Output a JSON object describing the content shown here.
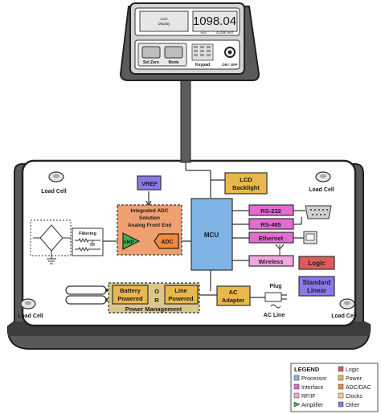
{
  "display": {
    "lcd_label_1": "LCD",
    "lcd_label_2": "Display",
    "readout": "1098.04",
    "unit_1": "%LB",
    "unit_2": "GLOBE PAST"
  },
  "controls": {
    "set_zero": "Set Zero",
    "mode": "Mode",
    "keypad": "Keypad",
    "on_off": "ON / OFF"
  },
  "load_cells": [
    "Load Cell",
    "Load Cell",
    "Load Cell",
    "Load Cell"
  ],
  "blocks": {
    "vref": "VREF",
    "adc_title_1": "Integrated ADC",
    "adc_title_2": "Solution",
    "adc_title_3": "Analog Front End",
    "amp": "AMP",
    "adc": "ADC",
    "filtering": "Filtering",
    "lcd_backlight_1": "LCD",
    "lcd_backlight_2": "Backlight",
    "mcu": "MCU",
    "rs232": "RS-232",
    "rs485": "RS-485",
    "ethernet": "Ethernet",
    "wireless": "Wireless",
    "logic": "Logic",
    "standard_linear_1": "Standard",
    "standard_linear_2": "Linear",
    "battery_1": "Battery",
    "battery_2": "Powered",
    "or_1": "O",
    "or_2": "R",
    "line_1": "Line",
    "line_2": "Powered",
    "power_mgmt": "Power Management",
    "ac_adapter_1": "AC",
    "ac_adapter_2": "Adapter",
    "plug": "Plug",
    "ac_line": "AC Line"
  },
  "legend": {
    "title": "LEGEND",
    "items": [
      {
        "label": "Processor",
        "color": "#7fb4e4"
      },
      {
        "label": "Logic",
        "color": "#e05a5a"
      },
      {
        "label": "Interface",
        "color": "#e46bd0"
      },
      {
        "label": "Power",
        "color": "#e8b84a"
      },
      {
        "label": "RF/IF",
        "color": "#f0a6e0"
      },
      {
        "label": "ADC/DAC",
        "color": "#f08a3c"
      },
      {
        "label": "Amplifier",
        "color": "#3cb04a"
      },
      {
        "label": "Clocks",
        "color": "#f2d08a"
      },
      {
        "label": "Other",
        "color": "#8a78e8"
      }
    ]
  }
}
